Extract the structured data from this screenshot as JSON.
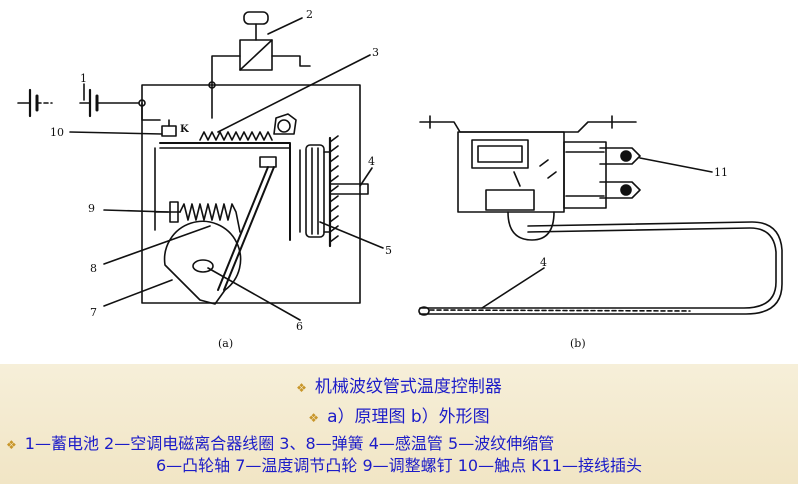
{
  "figure": {
    "part_labels": {
      "p1": "1",
      "p2": "2",
      "p3": "3",
      "p4a": "4",
      "p4b": "4",
      "p5": "5",
      "p6": "6",
      "p7": "7",
      "p8": "8",
      "p9": "9",
      "p10": "10",
      "pK": "K",
      "p11": "11"
    },
    "sub_a": "(a)",
    "sub_b": "(b)"
  },
  "caption": {
    "title": "机械波纹管式温度控制器",
    "subtitle": "a）原理图  b）外形图",
    "legend_line1": "1—蓄电池  2—空调电磁离合器线圈  3、8—弹簧  4—感温管  5—波纹伸缩管",
    "legend_line2": "6—凸轮轴  7—温度调节凸轮  9—调整螺钉  10—触点  K11—接线插头"
  }
}
